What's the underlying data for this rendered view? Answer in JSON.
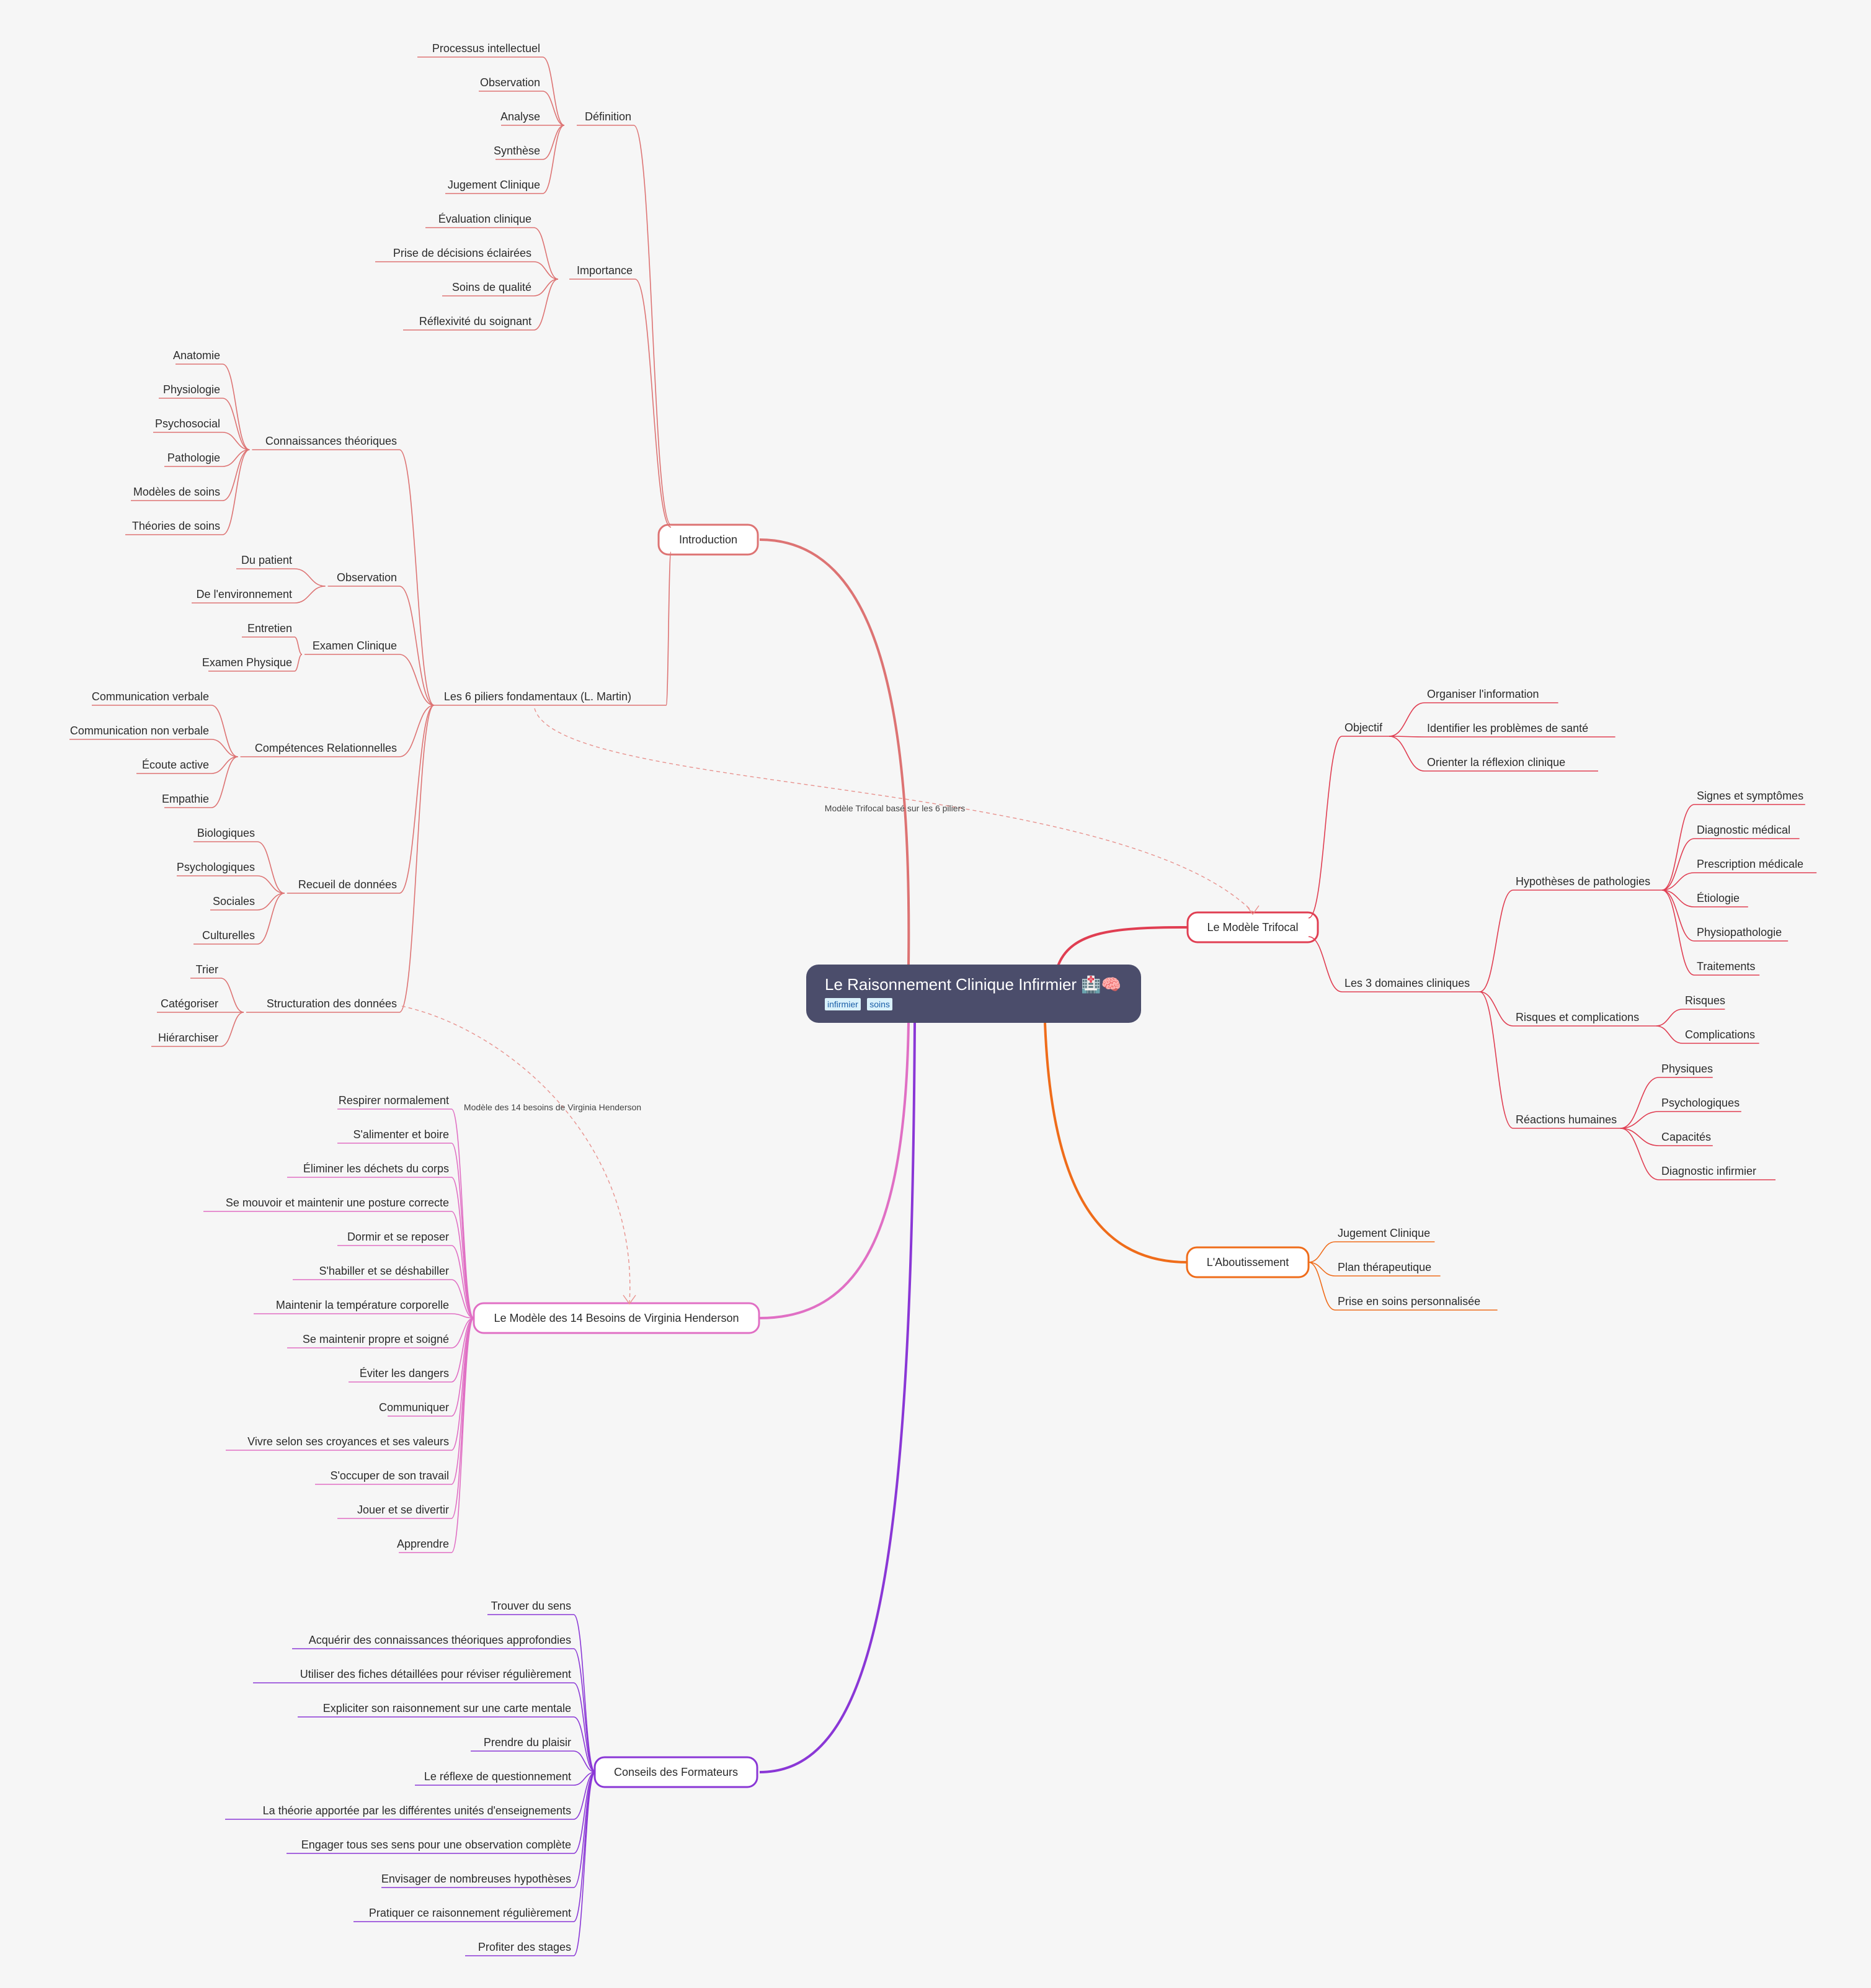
{
  "root": {
    "title": "Le Raisonnement Clinique Infirmier 🏥🧠",
    "tags": [
      "infirmier",
      "soins"
    ]
  },
  "colors": {
    "introduction": "#dd7373",
    "trifocal": "#e03e52",
    "aboutissement": "#ef6c1a",
    "henderson": "#e06fc4",
    "conseils": "#8a37d6"
  },
  "branches": {
    "introduction": {
      "label": "Introduction",
      "definition": {
        "label": "Définition",
        "items": [
          "Processus intellectuel",
          "Observation",
          "Analyse",
          "Synthèse",
          "Jugement Clinique"
        ]
      },
      "importance": {
        "label": "Importance",
        "items": [
          "Évaluation clinique",
          "Prise de décisions éclairées",
          "Soins de qualité",
          "Réflexivité du soignant"
        ]
      },
      "piliers": {
        "label": "Les 6 piliers fondamentaux (L. Martin)",
        "groups": [
          {
            "label": "Connaissances théoriques",
            "items": [
              "Anatomie",
              "Physiologie",
              "Psychosocial",
              "Pathologie",
              "Modèles de soins",
              "Théories de soins"
            ]
          },
          {
            "label": "Observation",
            "items": [
              "Du patient",
              "De l'environnement"
            ]
          },
          {
            "label": "Examen Clinique",
            "items": [
              "Entretien",
              "Examen Physique"
            ]
          },
          {
            "label": "Compétences Relationnelles",
            "items": [
              "Communication verbale",
              "Communication non verbale",
              "Écoute active",
              "Empathie"
            ]
          },
          {
            "label": "Recueil de données",
            "items": [
              "Biologiques",
              "Psychologiques",
              "Sociales",
              "Culturelles"
            ]
          },
          {
            "label": "Structuration des données",
            "items": [
              "Trier",
              "Catégoriser",
              "Hiérarchiser"
            ]
          }
        ]
      }
    },
    "trifocal": {
      "label": "Le Modèle Trifocal",
      "objectif": {
        "label": "Objectif",
        "items": [
          "Organiser l'information",
          "Identifier les problèmes de santé",
          "Orienter la réflexion clinique"
        ]
      },
      "domaines": {
        "label": "Les 3 domaines cliniques",
        "hypotheses": {
          "label": "Hypothèses de pathologies",
          "items": [
            "Signes et symptômes",
            "Diagnostic médical",
            "Prescription médicale",
            "Étiologie",
            "Physiopathologie",
            "Traitements"
          ]
        },
        "risques": {
          "label": "Risques et complications",
          "items": [
            "Risques",
            "Complications"
          ]
        },
        "reactions": {
          "label": "Réactions humaines",
          "items": [
            "Physiques",
            "Psychologiques",
            "Capacités",
            "Diagnostic infirmier"
          ]
        }
      }
    },
    "aboutissement": {
      "label": "L'Aboutissement",
      "items": [
        "Jugement Clinique",
        "Plan thérapeutique",
        "Prise en soins personnalisée"
      ]
    },
    "henderson": {
      "label": "Le Modèle des 14 Besoins de Virginia Henderson",
      "items": [
        "Respirer normalement",
        "S'alimenter et boire",
        "Éliminer les déchets du corps",
        "Se mouvoir et maintenir une posture correcte",
        "Dormir et se reposer",
        "S'habiller et se déshabiller",
        "Maintenir la température corporelle",
        "Se maintenir propre et soigné",
        "Éviter les dangers",
        "Communiquer",
        "Vivre selon ses croyances et ses valeurs",
        "S'occuper de son travail",
        "Jouer et se divertir",
        "Apprendre"
      ]
    },
    "conseils": {
      "label": "Conseils des Formateurs",
      "items": [
        "Trouver du sens",
        "Acquérir des connaissances théoriques approfondies",
        "Utiliser des fiches détaillées pour réviser régulièrement",
        "Expliciter son raisonnement sur une carte mentale",
        "Prendre du plaisir",
        "Le réflexe de questionnement",
        "La théorie apportée par les différentes unités d'enseignements",
        "Engager tous ses sens pour une observation complète",
        "Envisager de nombreuses hypothèses",
        "Pratiquer ce raisonnement régulièrement",
        "Profiter des stages"
      ]
    }
  },
  "relations": {
    "piliers_to_trifocal": "Modèle Trifocal basé sur les 6 piliers",
    "structuration_to_henderson": "Modèle des 14 besoins de Virginia Henderson"
  }
}
